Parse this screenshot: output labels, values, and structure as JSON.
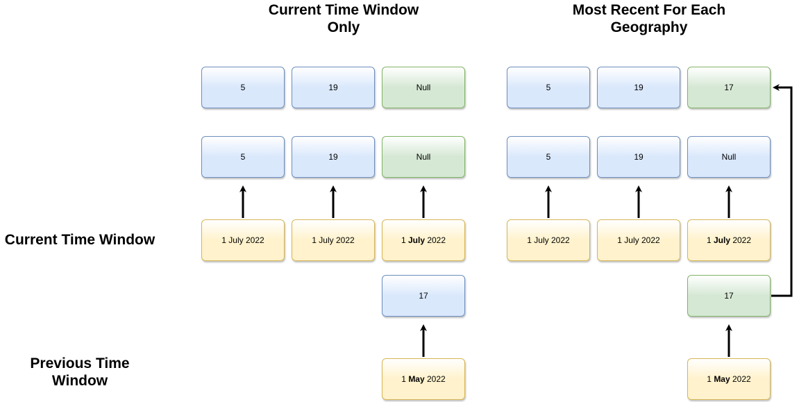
{
  "headings": {
    "left_title": "Current Time Window\nOnly",
    "right_title": "Most Recent For Each\nGeography",
    "current_window": "Current Time Window",
    "previous_window": "Previous Time\nWindow"
  },
  "left": {
    "result_row": [
      "5",
      "19",
      "Null"
    ],
    "value_row": [
      "5",
      "19",
      "Null"
    ],
    "date_row": [
      {
        "pre": "1 July 2022",
        "bold": "",
        "post": ""
      },
      {
        "pre": "1 July 2022",
        "bold": "",
        "post": ""
      },
      {
        "pre": "1 ",
        "bold": "July",
        "post": " 2022"
      }
    ],
    "prev_value": "17",
    "prev_date": {
      "pre": "1 ",
      "bold": "May",
      "post": " 2022"
    }
  },
  "right": {
    "result_row": [
      "5",
      "19",
      "17"
    ],
    "value_row": [
      "5",
      "19",
      "Null"
    ],
    "date_row": [
      {
        "pre": "1 July 2022",
        "bold": "",
        "post": ""
      },
      {
        "pre": "1 July 2022",
        "bold": "",
        "post": ""
      },
      {
        "pre": "1 ",
        "bold": "July",
        "post": " 2022"
      }
    ],
    "prev_value": "17",
    "prev_date": {
      "pre": "1 ",
      "bold": "May",
      "post": " 2022"
    }
  },
  "colors": {
    "blue_fill": "#dae8fc",
    "blue_stroke": "#6c8ebf",
    "green_fill": "#d5e8d4",
    "green_stroke": "#82b366",
    "yellow_fill": "#fff2cc",
    "yellow_stroke": "#d6b656"
  }
}
